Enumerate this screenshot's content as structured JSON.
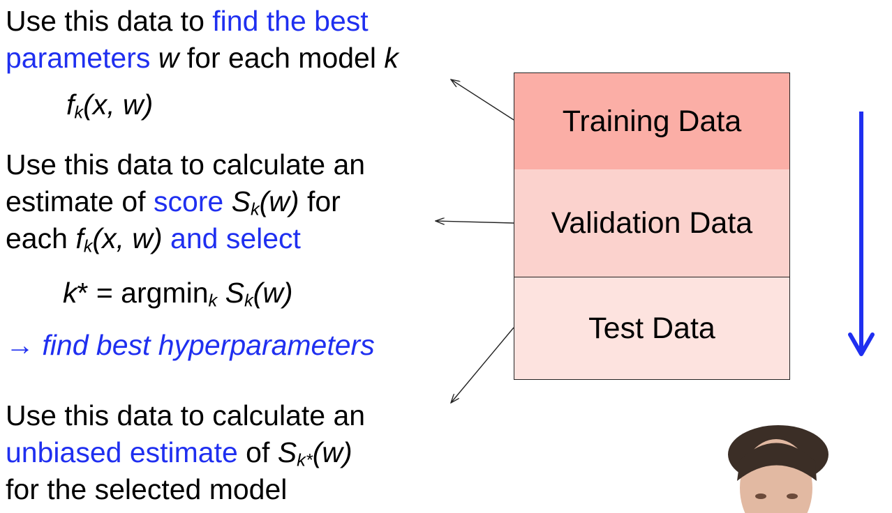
{
  "blocks": {
    "training": {
      "line1_a": "Use this data to ",
      "line1_b": "find the best",
      "line2_a": "parameters",
      "line2_b": " w",
      "line2_c": " for each model ",
      "line2_d": "k",
      "formula_f": "f",
      "formula_sub": "k",
      "formula_args": "(x, w)"
    },
    "validation": {
      "line1": "Use this data to calculate an",
      "line2_a": "estimate of ",
      "line2_b": "score",
      "line2_s": " S",
      "line2_sub": "k",
      "line2_w": "(w)",
      "line2_c": " for",
      "line3_a": "each ",
      "line3_f": "f",
      "line3_sub": "k",
      "line3_args": "(x, w)",
      "line3_b": " and select",
      "formula_k": "k",
      "formula_mid": "* = argmin",
      "formula_sub": "k",
      "formula_s": " S",
      "formula_sub2": "k",
      "formula_w": "(w)",
      "hyper": "→ find best hyperparameters"
    },
    "test": {
      "line1": "Use this data to calculate an",
      "line2_a": "unbiased estimate",
      "line2_b": " of ",
      "line2_s": "S",
      "line2_sub": "k*",
      "line2_w": "(w)",
      "line3": "for the selected model"
    }
  },
  "boxes": {
    "training": "Training Data",
    "validation": "Validation Data",
    "test": "Test Data"
  },
  "colors": {
    "highlight": "#1f2ff0",
    "training_fill": "#fbaea6",
    "validation_fill": "#fbd2cd",
    "test_fill": "#fde3df"
  }
}
